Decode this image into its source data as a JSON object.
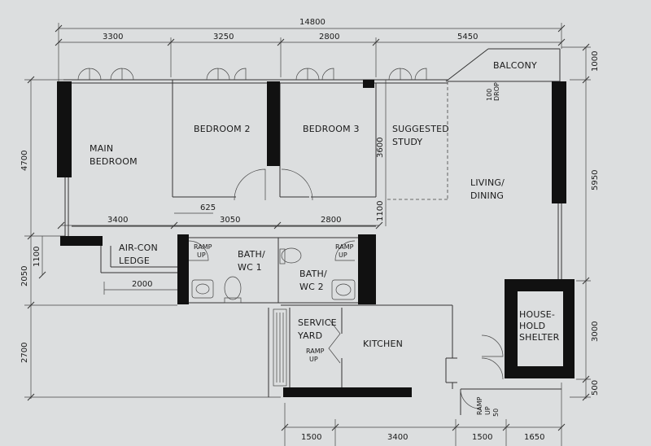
{
  "rooms": {
    "main_bedroom_1": "MAIN",
    "main_bedroom_2": "BEDROOM",
    "bedroom2": "BEDROOM 2",
    "bedroom3": "BEDROOM 3",
    "study_1": "SUGGESTED",
    "study_2": "STUDY",
    "living_1": "LIVING/",
    "living_2": "DINING",
    "balcony": "BALCONY",
    "aircon_1": "AIR-CON",
    "aircon_2": "LEDGE",
    "bath1_1": "BATH/",
    "bath1_2": "WC 1",
    "bath2_1": "BATH/",
    "bath2_2": "WC 2",
    "service_1": "SERVICE",
    "service_2": "YARD",
    "kitchen": "KITCHEN",
    "shelter_1": "HOUSE-",
    "shelter_2": "HOLD",
    "shelter_3": "SHELTER"
  },
  "notes": {
    "ramp": "RAMP",
    "up": "UP",
    "drop_100": "100",
    "drop": "DROP",
    "val_50": "50"
  },
  "dimensions": {
    "overall": "14800",
    "top_1": "3300",
    "top_2": "3250",
    "top_3": "2800",
    "top_4": "5450",
    "mid_1": "3400",
    "mid_2": "3050",
    "mid_3": "2800",
    "mid_4": "625",
    "ledge": "2000",
    "bot_1": "1500",
    "bot_2": "3400",
    "bot_3": "1500",
    "bot_4": "1650",
    "left_1": "4700",
    "left_2": "2050",
    "left_3": "1100",
    "left_4": "2700",
    "right_1": "1000",
    "right_2": "5950",
    "right_3": "3000",
    "right_4": "500",
    "study_h": "3600",
    "study_gap": "1100"
  }
}
